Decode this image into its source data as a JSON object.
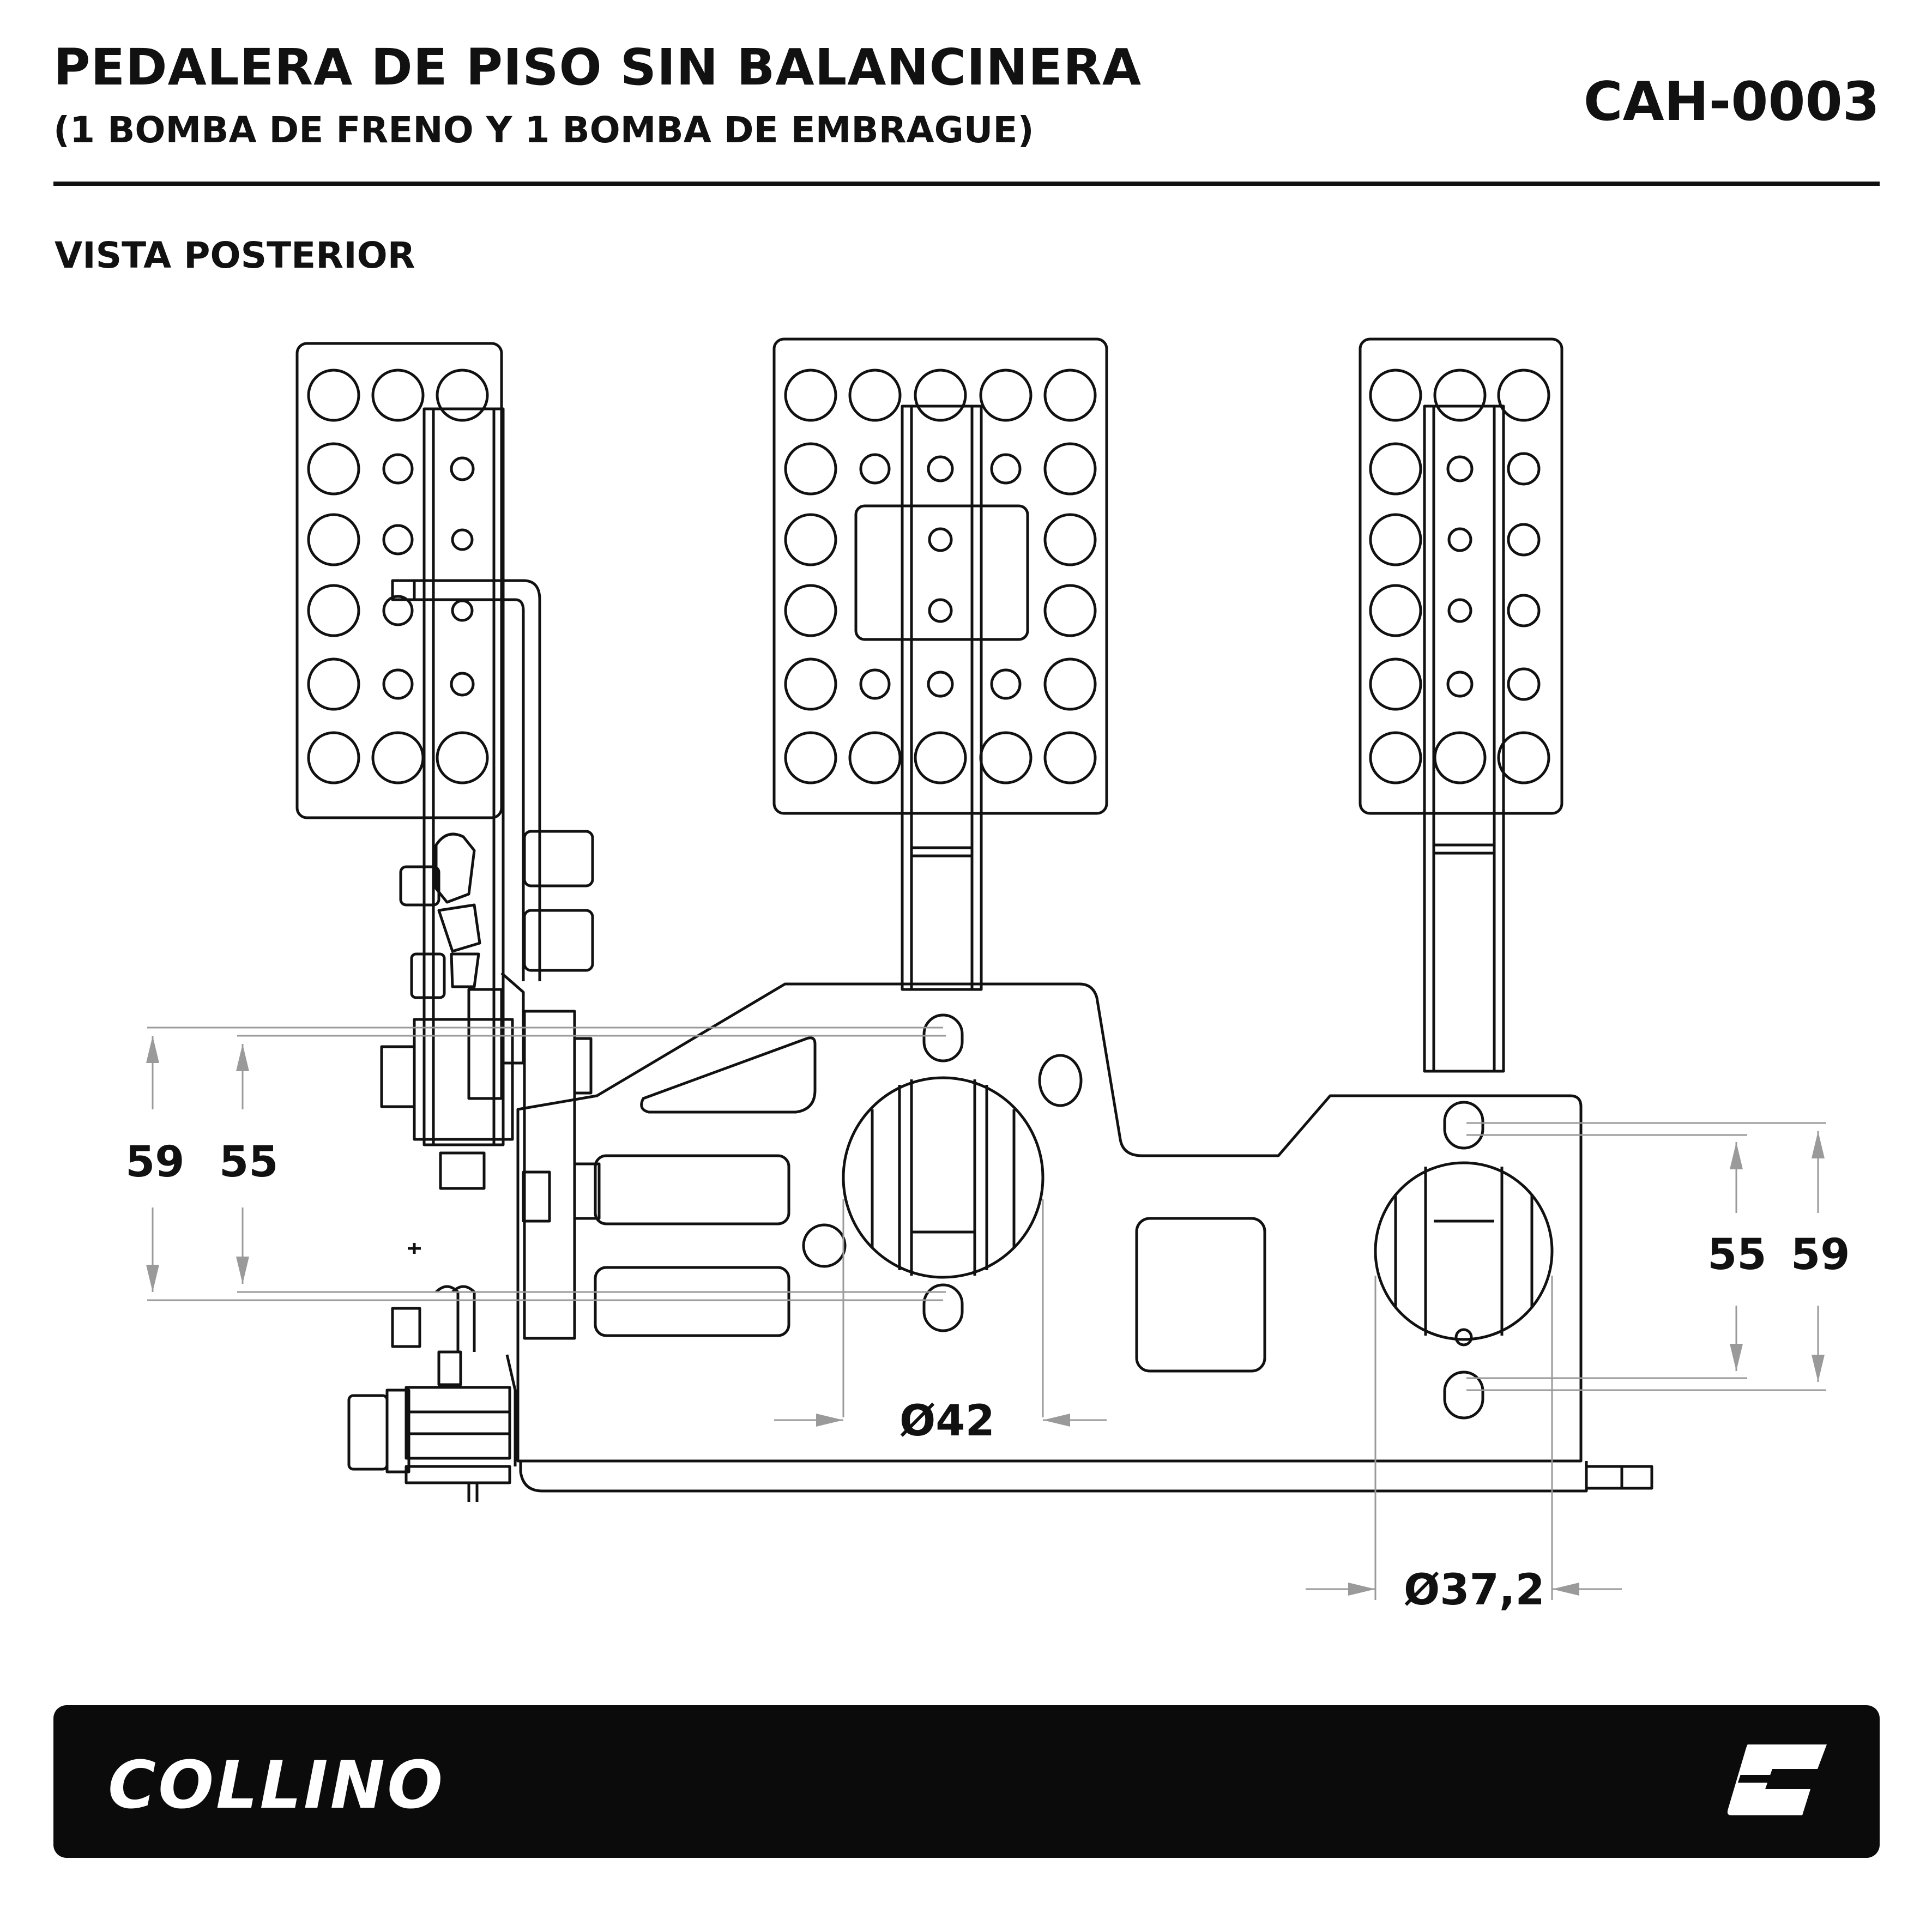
{
  "header": {
    "title": "PEDALERA DE PISO SIN BALANCINERA",
    "subtitle": "(1 BOMBA DE FRENO Y 1 BOMBA DE EMBRAGUE)",
    "code": "CAH-0003"
  },
  "view_label": "VISTA POSTERIOR",
  "dimensions": {
    "left_outer": "59",
    "left_inner": "55",
    "right_inner": "55",
    "right_outer": "59",
    "bore_left": "Ø42",
    "bore_right": "Ø37,2"
  },
  "footer": {
    "brand": "COLLINO",
    "logo_icon": "collino-c-logo"
  },
  "colors": {
    "line": "#111111",
    "dim_line": "#9a9a9a",
    "footer_bg": "#0b0b0b"
  }
}
